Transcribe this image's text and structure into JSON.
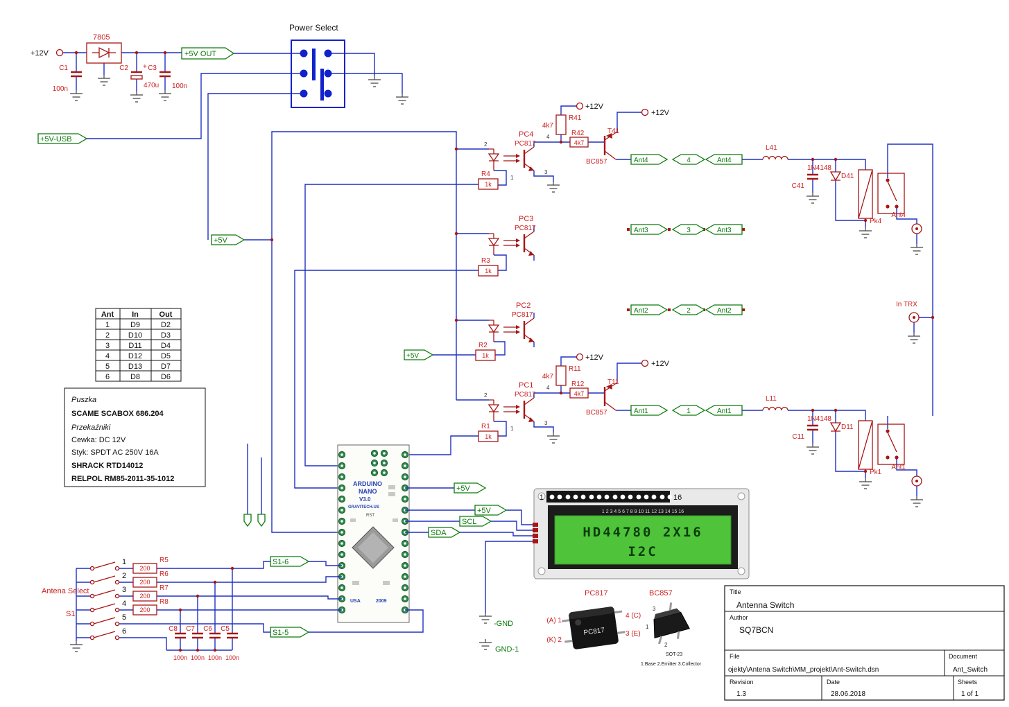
{
  "psu": {
    "v12": "+12V",
    "reg": "7805",
    "c1": "C1",
    "c1v": "100n",
    "c2": "C2",
    "c2v": "470u",
    "c2p": "+",
    "c3": "C3",
    "c3v": "100n",
    "out": "+5V OUT",
    "sel": "Power Select",
    "usb": "+5V-USB",
    "v5": "+5V"
  },
  "ch4": {
    "ref": "PC4",
    "part": "PC817",
    "p1": "1",
    "p2": "2",
    "p3": "3",
    "p4": "4",
    "r": "R4",
    "rv": "1k",
    "rpull": "R41",
    "rpullv": "4k7",
    "rbase": "R42",
    "rbasev": "4k7",
    "v12a": "+12V",
    "v12b": "+12V",
    "t": "T41",
    "tp": "BC857",
    "antA": "Ant4",
    "n": "4",
    "antB": "Ant4",
    "l": "L41",
    "c": "C41",
    "dp": "1N4148",
    "d": "D41",
    "relay": "Pk4",
    "conn": "Ant4"
  },
  "ch3": {
    "ref": "PC3",
    "part": "PC817",
    "r": "R3",
    "rv": "1k",
    "antA": "Ant3",
    "n": "3",
    "antB": "Ant3"
  },
  "ch2": {
    "ref": "PC2",
    "part": "PC817",
    "r": "R2",
    "rv": "1k",
    "v5": "+5V",
    "antA": "Ant2",
    "n": "2",
    "antB": "Ant2"
  },
  "ch1": {
    "ref": "PC1",
    "part": "PC817",
    "p1": "1",
    "p2": "2",
    "p3": "3",
    "p4": "4",
    "r": "R1",
    "rv": "1k",
    "rpull": "R11",
    "rpullv": "4k7",
    "rbase": "R12",
    "rbasev": "4k7",
    "v12a": "+12V",
    "v12b": "+12V",
    "t": "T11",
    "tp": "BC857",
    "antA": "Ant1",
    "n": "1",
    "antB": "Ant1",
    "l": "L11",
    "c": "C11",
    "dp": "1N4148",
    "d": "D11",
    "relay": "Pk1",
    "conn": "Ant1"
  },
  "trx": {
    "label": "In TRX"
  },
  "table": {
    "h": [
      "Ant",
      "In",
      "Out"
    ],
    "rows": [
      [
        "1",
        "D9",
        "D2"
      ],
      [
        "2",
        "D10",
        "D3"
      ],
      [
        "3",
        "D11",
        "D4"
      ],
      [
        "4",
        "D12",
        "D5"
      ],
      [
        "5",
        "D13",
        "D7"
      ],
      [
        "6",
        "D8",
        "D6"
      ]
    ]
  },
  "info": {
    "l1": "Puszka",
    "l2": "SCAME SCABOX 686.204",
    "l3": "Przekaźniki",
    "l4": "Cewka: DC 12V",
    "l5": "Styk: SPDT AC 250V 16A",
    "l6": "SHRACK RTD14012",
    "l7": "RELPOL RM85-2011-35-1012"
  },
  "nano": {
    "t1": "ARDUINO",
    "t2": "NANO",
    "t3": "V3.0",
    "t4": "GRAVITECH.US",
    "rst": "RST",
    "usa": "USA",
    "yr": "2009"
  },
  "nets": {
    "v5a": "+5V",
    "v5b": "+5V",
    "scl": "SCL",
    "sda": "SDA",
    "s16": "S1-6",
    "s15": "S1-5",
    "gnd": "-GND",
    "gnd1": "GND-1"
  },
  "lcd": {
    "p1": "1",
    "p16": "16",
    "row": "1 2 3 4 5 6 7 8 9 10 11 12 13 14 15 16",
    "l1": "HD44780 2X16",
    "l2": "I2C"
  },
  "sel": {
    "title": "Antena Select",
    "sw": "S1",
    "n1": "1",
    "n2": "2",
    "n3": "3",
    "n4": "4",
    "n5": "5",
    "n6": "6",
    "r5": "R5",
    "r6": "R6",
    "r7": "R7",
    "r8": "R8",
    "rv": "200",
    "c8": "C8",
    "c7": "C7",
    "c6": "C6",
    "c5": "C5",
    "cv": "100n"
  },
  "pkgA": {
    "ref": "PC817",
    "chip": "PC817",
    "pa": "(A) 1",
    "pk": "(K) 2",
    "pc": "4 (C)",
    "pe": "3 (E)"
  },
  "pkgB": {
    "ref": "BC857",
    "pkg": "SOT-23",
    "note": "1.Base 2.Emitter 3.Collector",
    "p1": "1",
    "p2": "2",
    "p3": "3"
  },
  "tb": {
    "titleL": "Title",
    "title": "Antenna Switch",
    "authorL": "Author",
    "author": "SQ7BCN",
    "fileL": "File",
    "file": "ojekty\\Antena Switch\\MM_projekt\\Ant-Switch.dsn",
    "docL": "Document",
    "doc": "Ant_Switch",
    "revL": "Revision",
    "rev": "1.3",
    "dateL": "Date",
    "date": "28.06.2018",
    "sheetsL": "Sheets",
    "sheets": "1 of 1"
  }
}
